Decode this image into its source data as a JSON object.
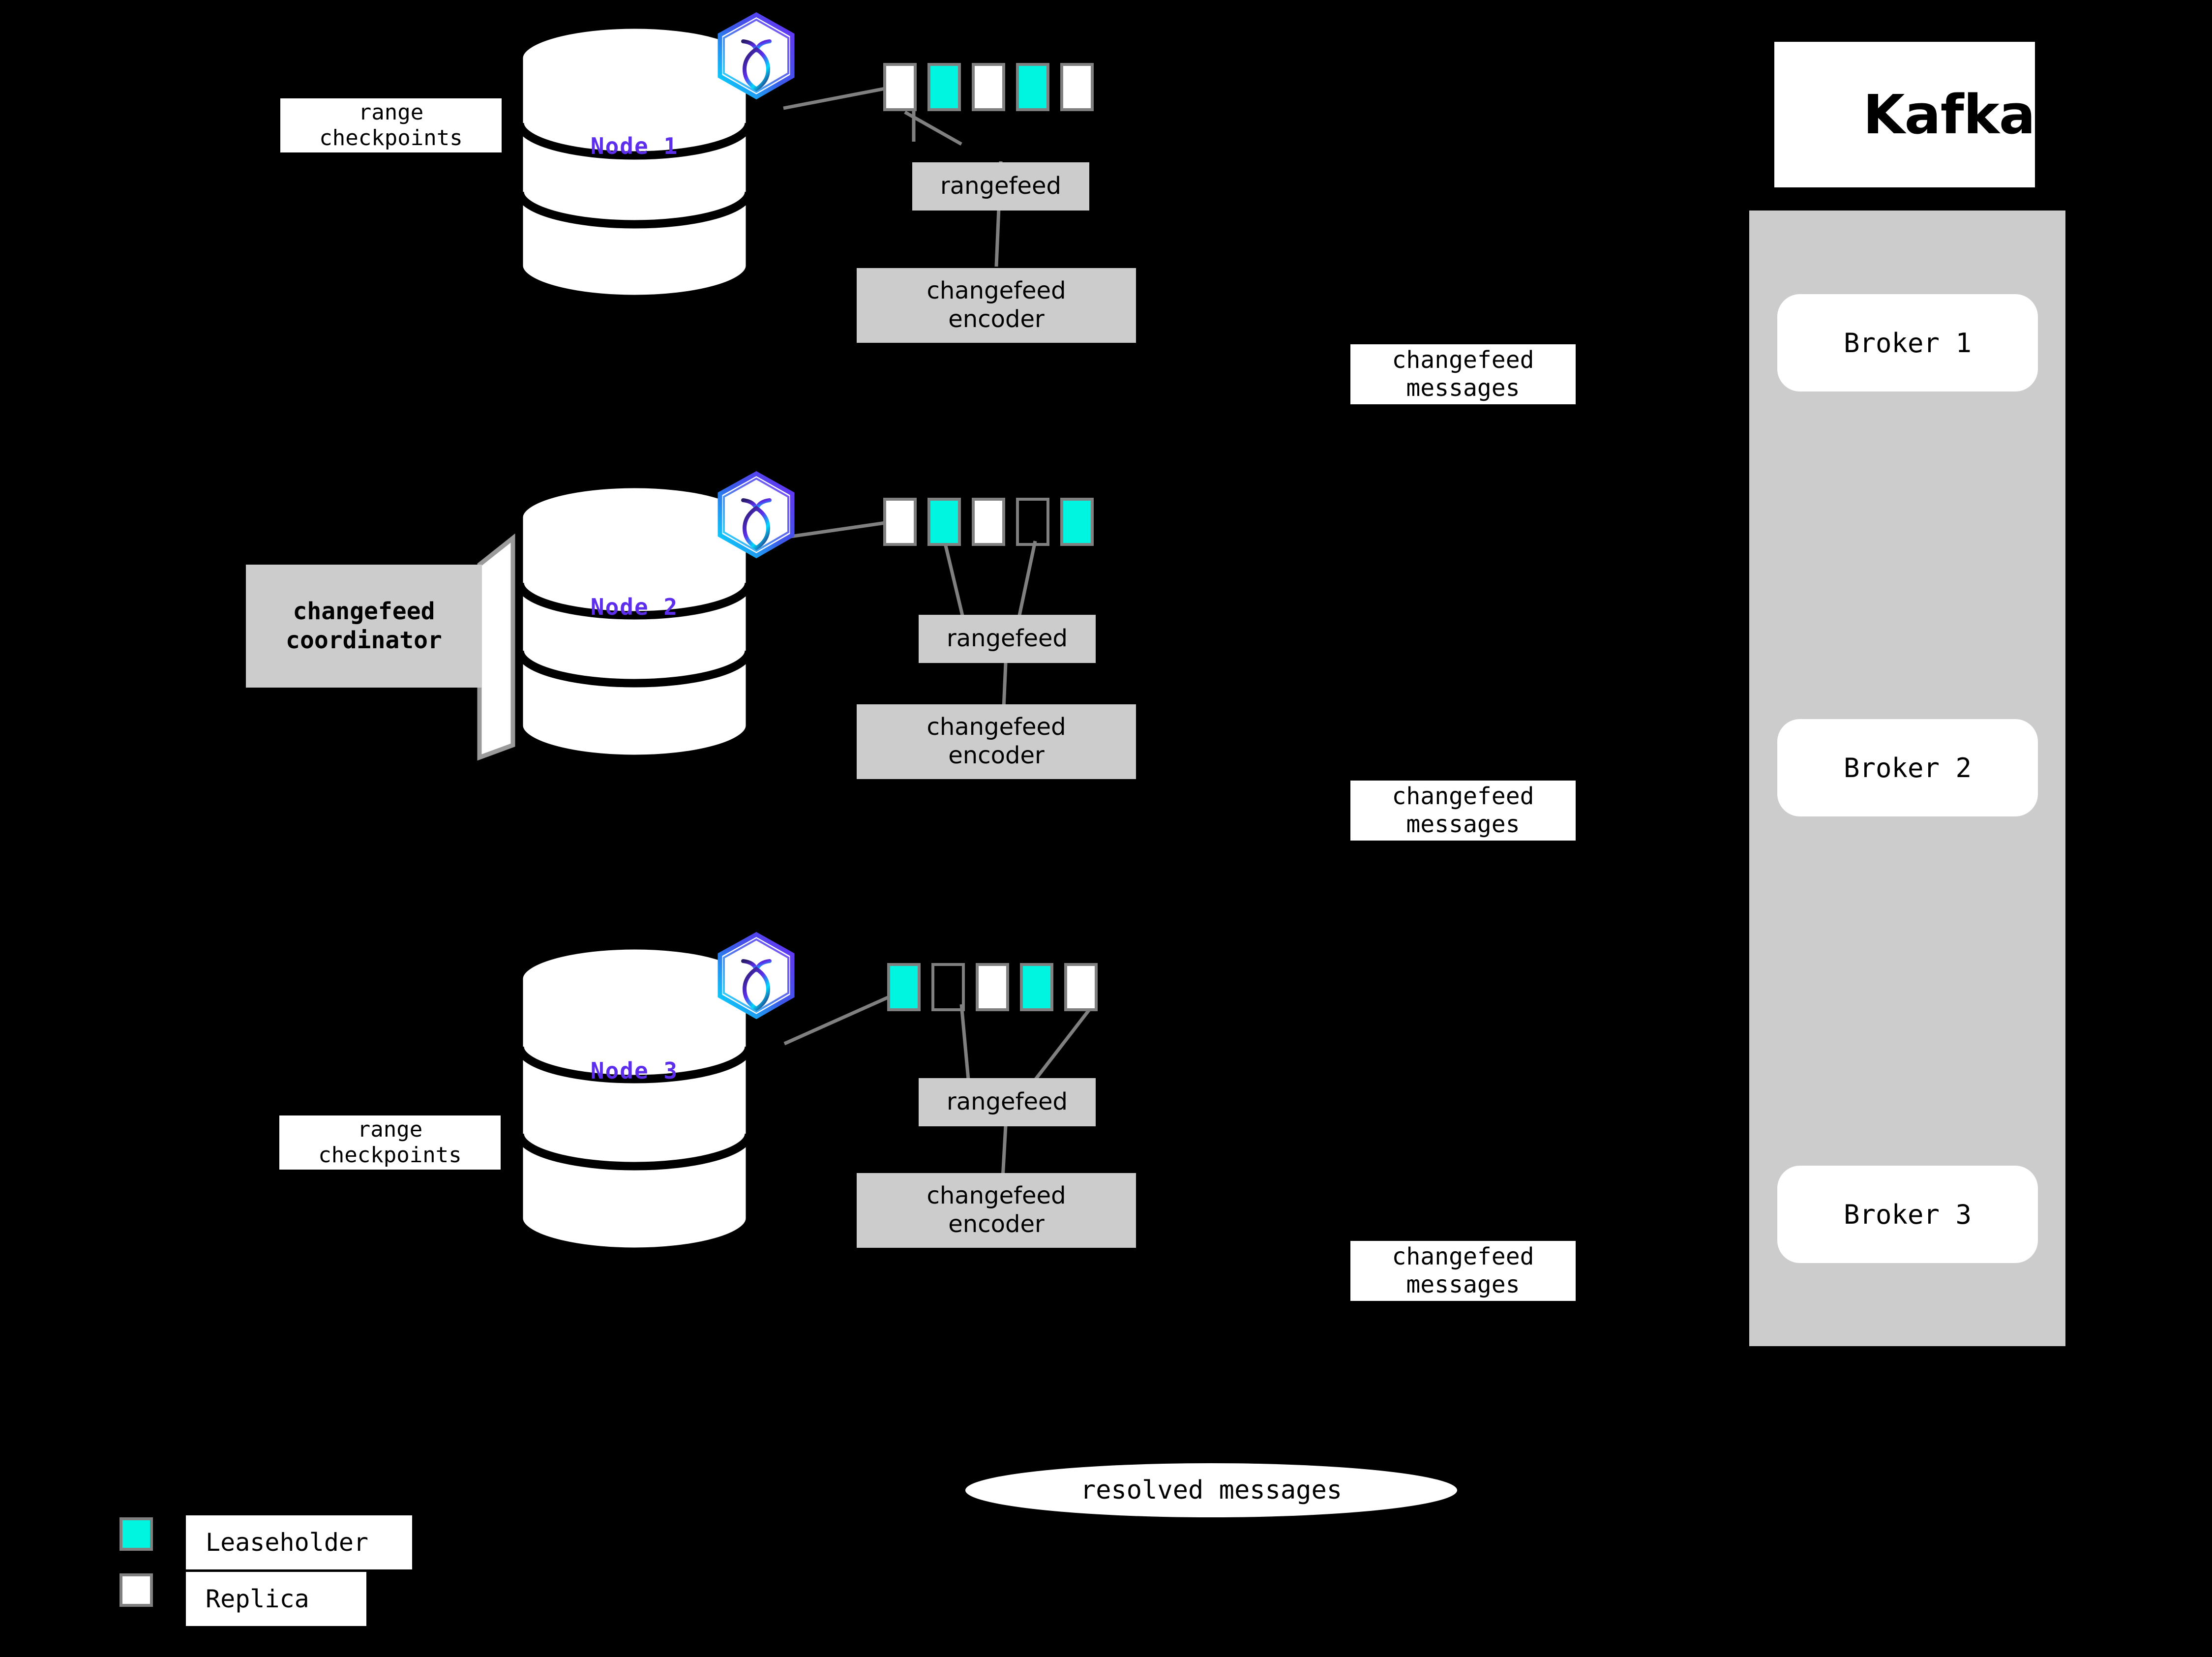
{
  "background": "#000000",
  "palette": {
    "leaseholder": "#00f5e1",
    "replica": "#ffffff",
    "range_border": "#808080",
    "node_label": "#5d2eec",
    "process_box": "#cccccc",
    "connector": "#808080"
  },
  "nodes": [
    {
      "label": "Node 1",
      "icon": "cockroachdb-hexagon-icon",
      "ranges": [
        "replica",
        "leaseholder",
        "replica",
        "leaseholder",
        "replica"
      ],
      "rangefeed_label": "rangefeed",
      "encoder_label": "changefeed\nencoder",
      "side_label": "range\ncheckpoints"
    },
    {
      "label": "Node 2",
      "icon": "cockroachdb-hexagon-icon",
      "ranges": [
        "replica",
        "leaseholder",
        "replica",
        "empty",
        "leaseholder"
      ],
      "rangefeed_label": "rangefeed",
      "encoder_label": "changefeed\nencoder",
      "side_label": "changefeed\ncoordinator"
    },
    {
      "label": "Node 3",
      "icon": "cockroachdb-hexagon-icon",
      "ranges": [
        "leaseholder",
        "empty",
        "replica",
        "leaseholder",
        "replica"
      ],
      "rangefeed_label": "rangefeed",
      "encoder_label": "changefeed\nencoder",
      "side_label": "range\ncheckpoints"
    }
  ],
  "edge_labels": {
    "changefeed_messages_1": "changefeed\nmessages",
    "changefeed_messages_2": "changefeed\nmessages",
    "changefeed_messages_3": "changefeed\nmessages",
    "resolved_messages": "resolved messages"
  },
  "kafka": {
    "wordmark": "Kafka",
    "logo_icon": "kafka-nodes-icon",
    "brokers": [
      "Broker 1",
      "Broker 2",
      "Broker 3"
    ]
  },
  "legend": {
    "items": [
      {
        "swatch": "leaseholder",
        "label": "Leaseholder"
      },
      {
        "swatch": "replica",
        "label": "Replica"
      }
    ]
  }
}
